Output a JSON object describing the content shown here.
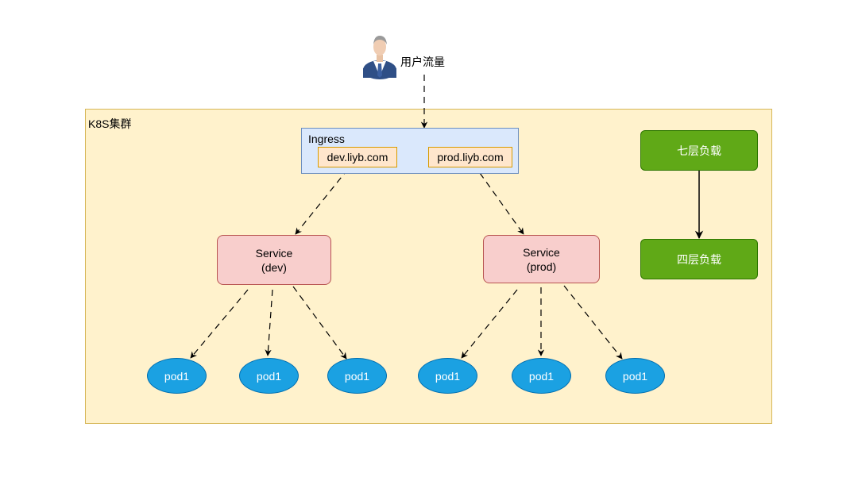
{
  "user": {
    "label": "用户流量",
    "icon": "user-icon"
  },
  "cluster": {
    "label": "K8S集群"
  },
  "ingress": {
    "label": "Ingress",
    "hosts": [
      "dev.liyb.com",
      "prod.liyb.com"
    ]
  },
  "services": [
    {
      "line1": "Service",
      "line2": "(dev)"
    },
    {
      "line1": "Service",
      "line2": "(prod)"
    }
  ],
  "pods": [
    "pod1",
    "pod1",
    "pod1",
    "pod1",
    "pod1",
    "pod1"
  ],
  "layers": {
    "top": "七层负载",
    "bottom": "四层负载"
  },
  "colors": {
    "cluster_fill": "#fff2cc",
    "ingress_fill": "#dae8fc",
    "host_fill": "#ffe6cc",
    "service_fill": "#f8cecc",
    "pod_fill": "#1ba1e2",
    "layer_fill": "#60a917"
  }
}
